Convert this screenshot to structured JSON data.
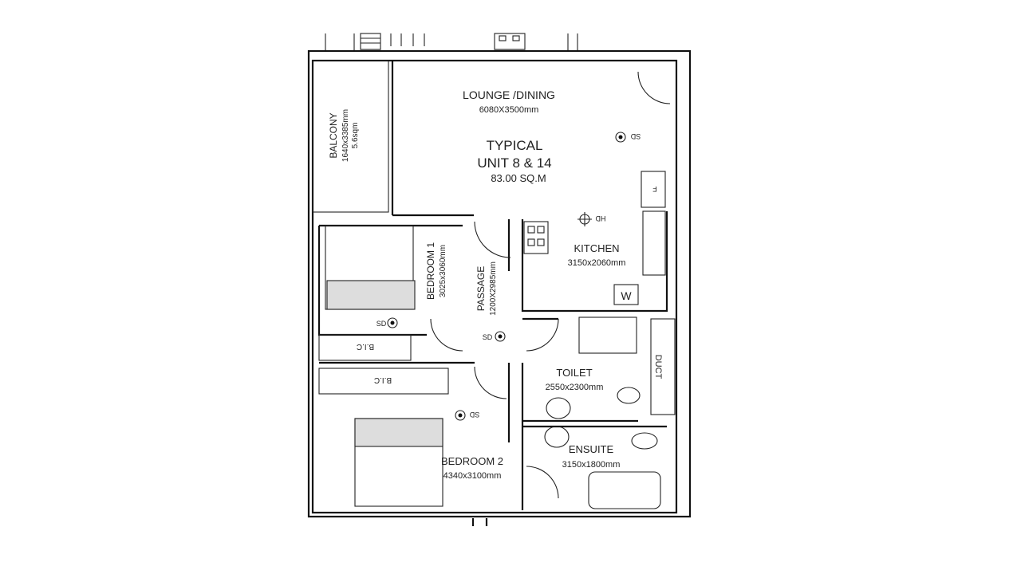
{
  "unit": {
    "line1": "TYPICAL",
    "line2": "UNIT 8 & 14",
    "area": "83.00 SQ.M"
  },
  "rooms": {
    "lounge": {
      "name": "LOUNGE /DINING",
      "size": "6080X3500mm"
    },
    "balcony": {
      "name": "BALCONY",
      "size": "1640x3385mm",
      "area": "5.6sqm"
    },
    "kitchen": {
      "name": "KITCHEN",
      "size": "3150x2060mm"
    },
    "bedroom1": {
      "name": "BEDROOM 1",
      "size": "3025x3060mm"
    },
    "passage": {
      "name": "PASSAGE",
      "size": "1200X2985mm"
    },
    "toilet": {
      "name": "TOILET",
      "size": "2550x2300mm"
    },
    "ensuite": {
      "name": "ENSUITE",
      "size": "3150x1800mm"
    },
    "bedroom2": {
      "name": "BEDROOM 2",
      "size": "4340x3100mm"
    }
  },
  "symbols": {
    "smoke_detector": "SD",
    "heat_detector": "HD",
    "fridge": "F",
    "washer": "W",
    "duct": "DUCT",
    "bic": "B.I.C"
  }
}
